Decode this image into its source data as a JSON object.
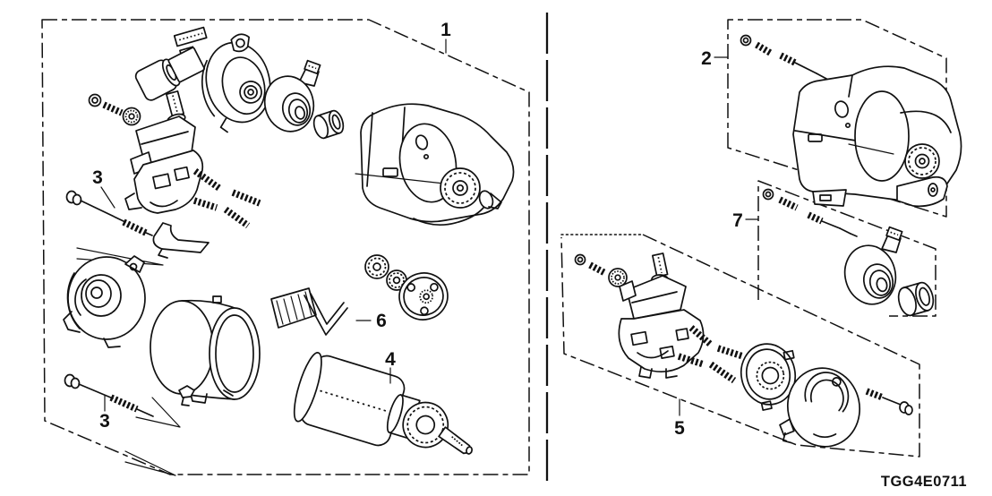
{
  "diagram": {
    "code": "TGG4E0711",
    "callouts": [
      "1",
      "2",
      "3",
      "3",
      "4",
      "5",
      "6",
      "7"
    ]
  },
  "colors": {
    "ink": "#111111",
    "paper": "#ffffff"
  }
}
